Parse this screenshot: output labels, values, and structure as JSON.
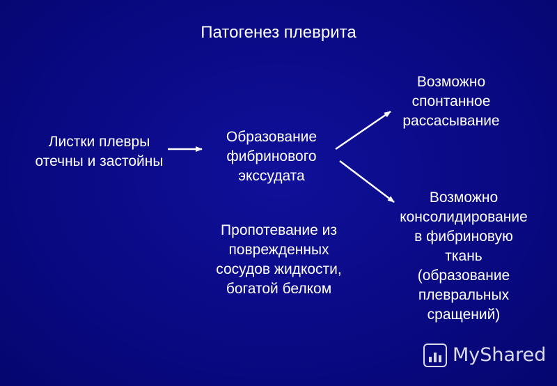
{
  "title": "Патогенез плеврита",
  "nodes": {
    "left": "Листки плевры\nотечны и застойны",
    "center": "Образование\nфибринового\nэкссудата",
    "top_right": "Возможно\nспонтанное\nрассасывание",
    "bottom_right": "Возможно\nконсолидирование\nв фибриновую\nткань\n(образование\nплевральных\nсращений)",
    "note": "Пропотевание из\nповрежденных\nсосудов жидкости,\nбогатой белком"
  },
  "watermark": {
    "text": "MyShared",
    "icon": "presentation-board-icon"
  },
  "colors": {
    "background": "#08087e",
    "text": "#ffffff",
    "arrow": "#ffffff"
  }
}
